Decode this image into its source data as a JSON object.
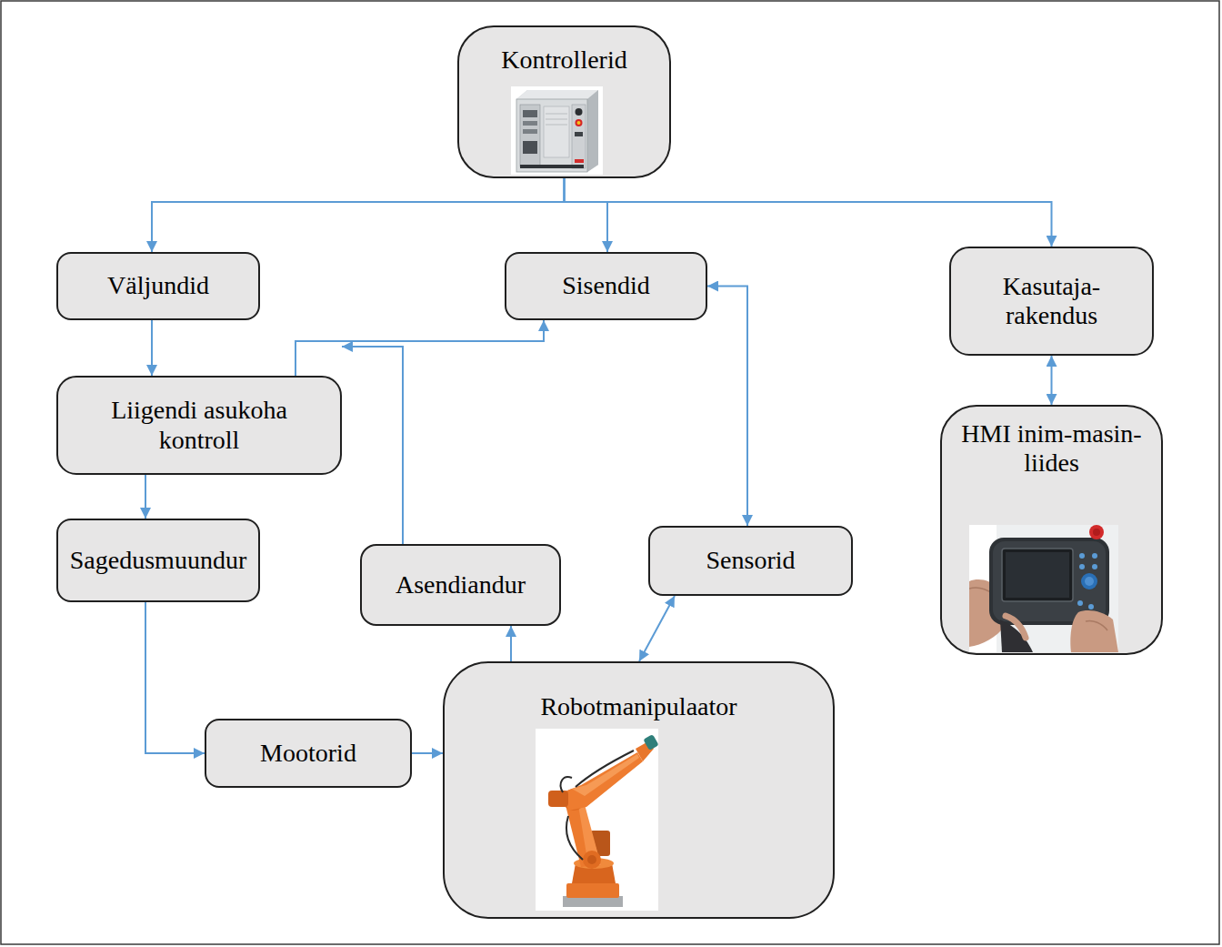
{
  "diagram": {
    "nodes": [
      {
        "text": [
          "Kontrollerid"
        ]
      },
      {
        "text": [
          "Väljundid"
        ]
      },
      {
        "text": [
          "Sisendid"
        ]
      },
      {
        "text": [
          "Kasutaja- rakendus"
        ]
      },
      {
        "text": [
          "Liigendi asukoha kontroll"
        ]
      },
      {
        "text": [
          "HMI inim-masin- liides"
        ]
      },
      {
        "text": [
          "Sagedusmuundur"
        ]
      },
      {
        "text": [
          "Asendiandur"
        ]
      },
      {
        "text": [
          "Sensorid"
        ]
      },
      {
        "text": [
          "Mootorid"
        ]
      },
      {
        "text": [
          "Robotmanipulaator"
        ]
      }
    ],
    "edges": [
      {
        "from": 0,
        "to": 1,
        "arrow": "to"
      },
      {
        "from": 0,
        "to": 2,
        "arrow": "to"
      },
      {
        "from": 0,
        "to": 3,
        "arrow": "to"
      },
      {
        "from": 1,
        "to": 4,
        "arrow": "to"
      },
      {
        "from": 4,
        "to": 2,
        "arrow": "to"
      },
      {
        "from": 2,
        "to": 8,
        "arrow": "both"
      },
      {
        "from": 3,
        "to": 5,
        "arrow": "both"
      },
      {
        "from": 4,
        "to": 6,
        "arrow": "to"
      },
      {
        "from": 7,
        "to": 4,
        "arrow": "to"
      },
      {
        "from": 6,
        "to": 9,
        "arrow": "to"
      },
      {
        "from": 9,
        "to": 10,
        "arrow": "to"
      },
      {
        "from": 10,
        "to": 7,
        "arrow": "to"
      },
      {
        "from": 10,
        "to": 8,
        "arrow": "both"
      }
    ]
  }
}
